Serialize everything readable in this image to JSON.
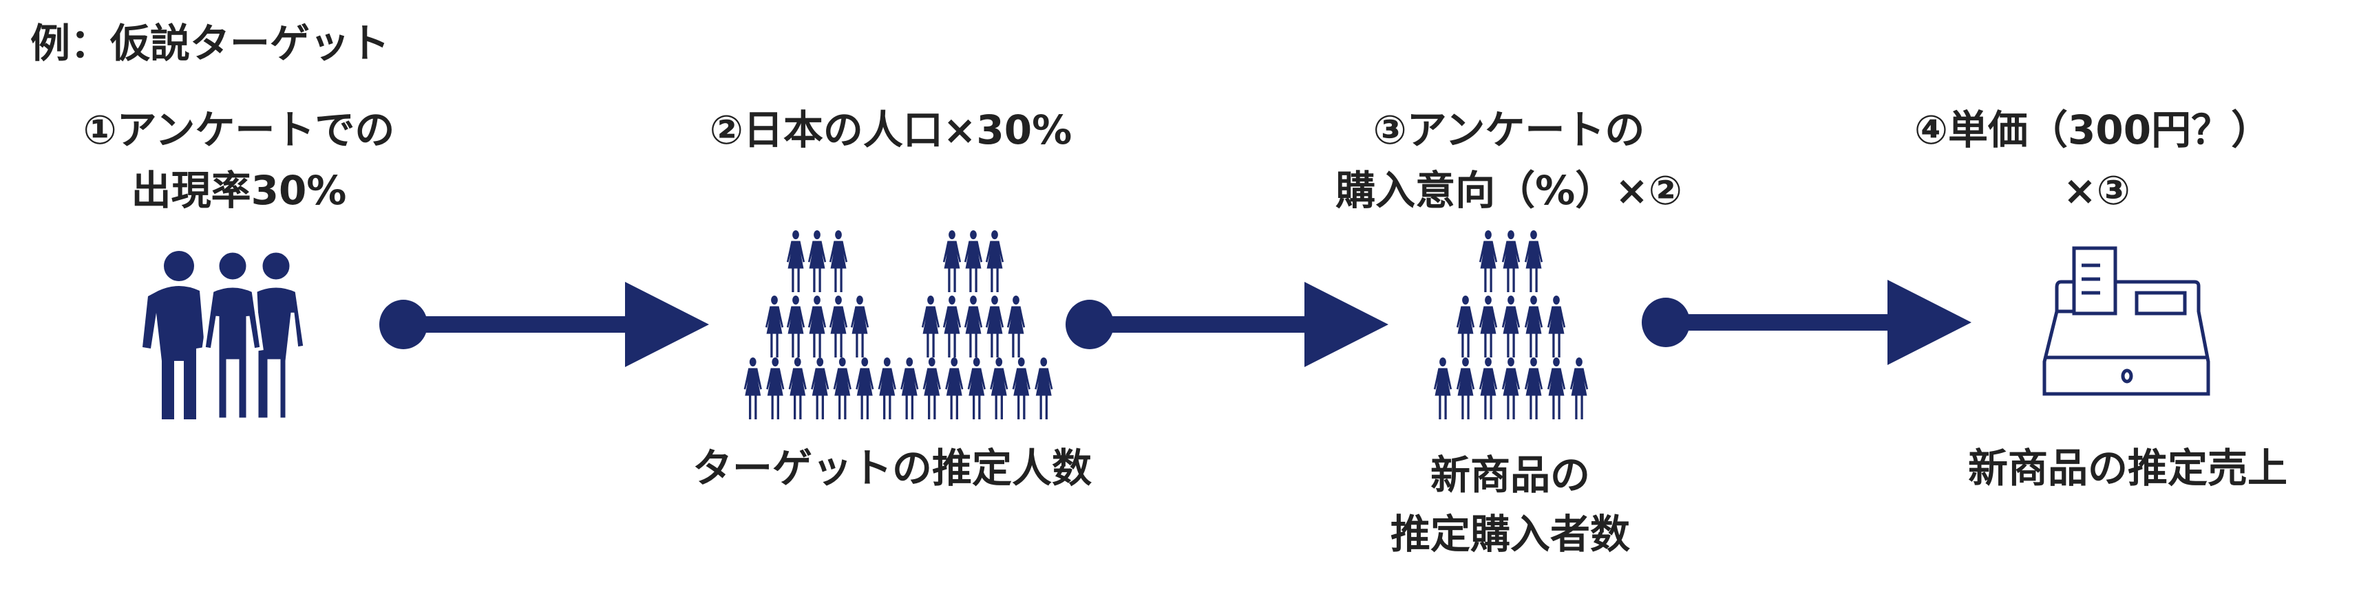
{
  "title": "例：仮説ターゲット",
  "colors": {
    "accent": "#1c2a6b",
    "text": "#222222"
  },
  "steps": [
    {
      "label_line1": "①アンケートでの",
      "label_line2": "出現率30%",
      "icon": "group-of-people-icon"
    },
    {
      "label_line1": "②日本の人口×30%",
      "caption": "ターゲットの推定人数",
      "icon": "crowd-icon",
      "crowd_rows": [
        [
          3,
          3
        ],
        [
          5,
          5
        ],
        [
          14
        ]
      ]
    },
    {
      "label_line1": "③アンケートの",
      "label_line2": "購入意向（%）×②",
      "caption_line1": "新商品の",
      "caption_line2": "推定購入者数",
      "icon": "crowd-icon",
      "crowd_rows": [
        [
          3
        ],
        [
          5
        ],
        [
          7
        ]
      ]
    },
    {
      "label_line1": "④単価（300円？）",
      "label_line2": "×③",
      "caption": "新商品の推定売上",
      "icon": "cash-register-icon"
    }
  ]
}
